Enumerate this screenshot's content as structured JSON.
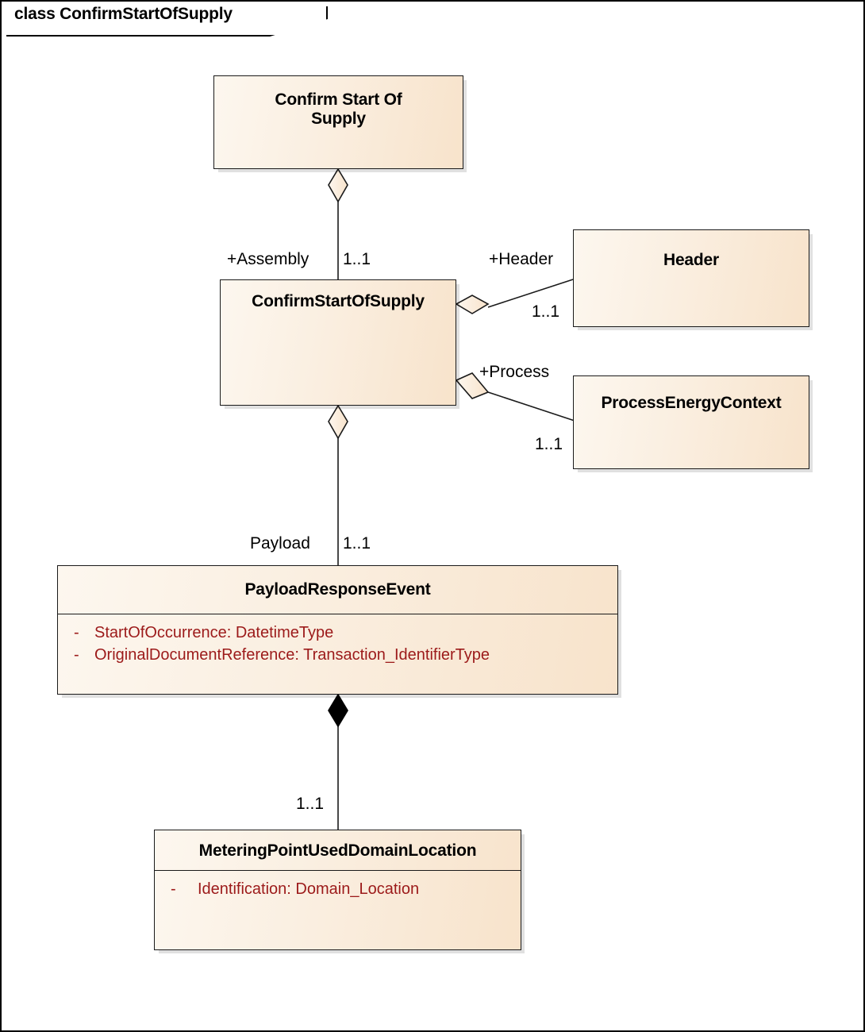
{
  "frame": {
    "title_prefix": "class",
    "title": "ConfirmStartOfSupply",
    "title_full": "class ConfirmStartOfSupply"
  },
  "colors": {
    "class_fill_light": "#fdf7ef",
    "class_fill_dark": "#f8e3cb",
    "class_border": "#1a1a1a",
    "attribute_text": "#9c1a1a",
    "frame_border": "#000000",
    "background": "#ffffff",
    "shadow": "rgba(0,0,0,0.12)"
  },
  "classes": {
    "confirm_start_of_supply_doc": {
      "name": "Confirm Start Of Supply",
      "name_line1": "Confirm Start Of",
      "name_line2": "Supply",
      "attributes": []
    },
    "confirmstartofsupply": {
      "name": "ConfirmStartOfSupply",
      "attributes": []
    },
    "header": {
      "name": "Header",
      "attributes": []
    },
    "processenergycontext": {
      "name": "ProcessEnergyContext",
      "attributes": []
    },
    "payloadresponseevent": {
      "name": "PayloadResponseEvent",
      "attributes": [
        {
          "visibility": "-",
          "text": "StartOfOccurrence: DatetimeType"
        },
        {
          "visibility": "-",
          "text": "OriginalDocumentReference: Transaction_IdentifierType"
        }
      ]
    },
    "meteringpointuseddomainlocation": {
      "name": "MeteringPointUsedDomainLocation",
      "attributes": [
        {
          "visibility": "-",
          "text": "Identification: Domain_Location"
        }
      ]
    }
  },
  "relations": {
    "assembly": {
      "role": "+Assembly",
      "multiplicity": "1..1",
      "kind": "aggregation",
      "from": "ConfirmStartOfSupply",
      "to": "Confirm Start Of Supply"
    },
    "header": {
      "role": "+Header",
      "multiplicity": "1..1",
      "kind": "aggregation",
      "from": "ConfirmStartOfSupply",
      "to": "Header"
    },
    "process": {
      "role": "+Process",
      "multiplicity": "1..1",
      "kind": "aggregation",
      "from": "ConfirmStartOfSupply",
      "to": "ProcessEnergyContext"
    },
    "payload": {
      "role": "Payload",
      "multiplicity": "1..1",
      "kind": "aggregation",
      "from": "ConfirmStartOfSupply",
      "to": "PayloadResponseEvent"
    },
    "metering": {
      "role": "",
      "multiplicity": "1..1",
      "kind": "composition",
      "from": "PayloadResponseEvent",
      "to": "MeteringPointUsedDomainLocation"
    }
  }
}
